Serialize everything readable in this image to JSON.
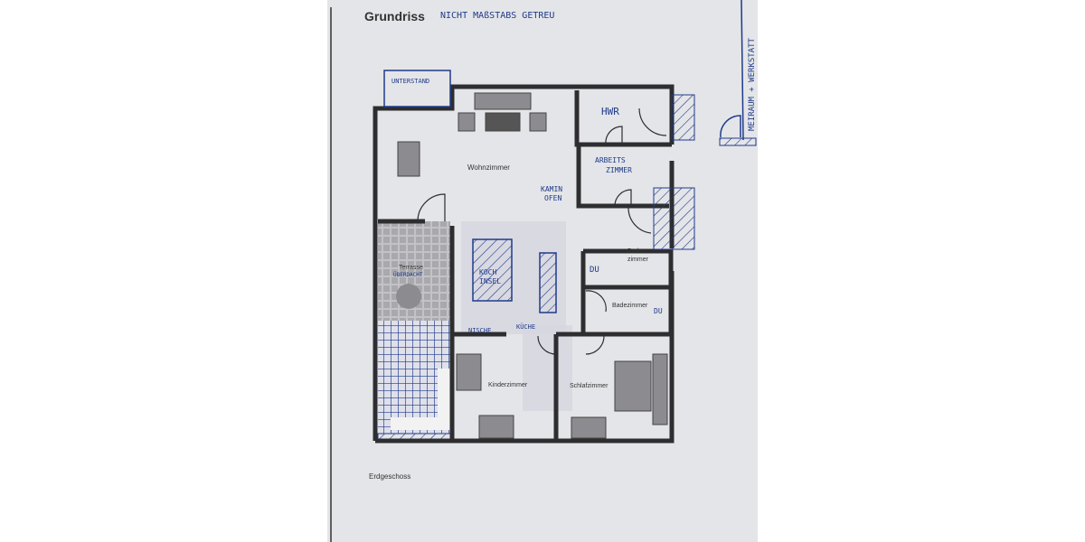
{
  "title": "Grundriss",
  "note": "NICHT MAßSTABS GETREU",
  "side_note": "MEIRAUM + WERKSTATT",
  "floor": "Erdgeschoss",
  "rooms": {
    "unterstand": "UNTERSTAND",
    "wohnzimmer": "Wohnzimmer",
    "hwr": "HWR",
    "arbeitszimmer_1": "ARBEITS",
    "arbeitszimmer_2": "ZIMMER",
    "kamin_1": "KAMIN",
    "kamin_2": "OFEN",
    "terrasse": "Terrasse",
    "terrasse_note": "ÜBERDACHT",
    "kochinsel_1": "KOCH",
    "kochinsel_2": "INSEL",
    "nische": "NISCHE",
    "kueche": "KÜCHE",
    "bad1_1": "Bade-",
    "bad1_2": "zimmer",
    "du1": "DU",
    "bad2": "Badezimmer",
    "du2": "DU",
    "kinderzimmer": "Kinderzimmer",
    "schlafzimmer": "Schlafzimmer"
  },
  "colors": {
    "paper": "#e4e5e8",
    "wall": "#2e2e30",
    "ink": "#1f3a8a",
    "tile": "#a9a9ad"
  }
}
